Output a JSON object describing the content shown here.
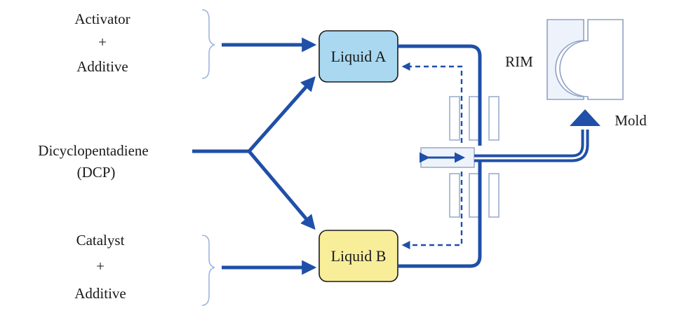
{
  "labels": {
    "activator": "Activator",
    "plus_top": "+",
    "additive_top": "Additive",
    "dcp_name": "Dicyclopentadiene",
    "dcp_abbr": "(DCP)",
    "catalyst": "Catalyst",
    "plus_bottom": "+",
    "additive_bottom": "Additive",
    "rim": "RIM",
    "mold": "Mold"
  },
  "boxes": {
    "liquid_a": "Liquid A",
    "liquid_b": "Liquid B"
  },
  "colors": {
    "arrow_blue": "#1f4fa8",
    "liquid_a_fill": "#a9d8f0",
    "liquid_b_fill": "#f8ee9a",
    "bracket": "#9fb6dc",
    "equipment_line": "#8fa2c4",
    "equipment_fill": "#eef3fb"
  }
}
